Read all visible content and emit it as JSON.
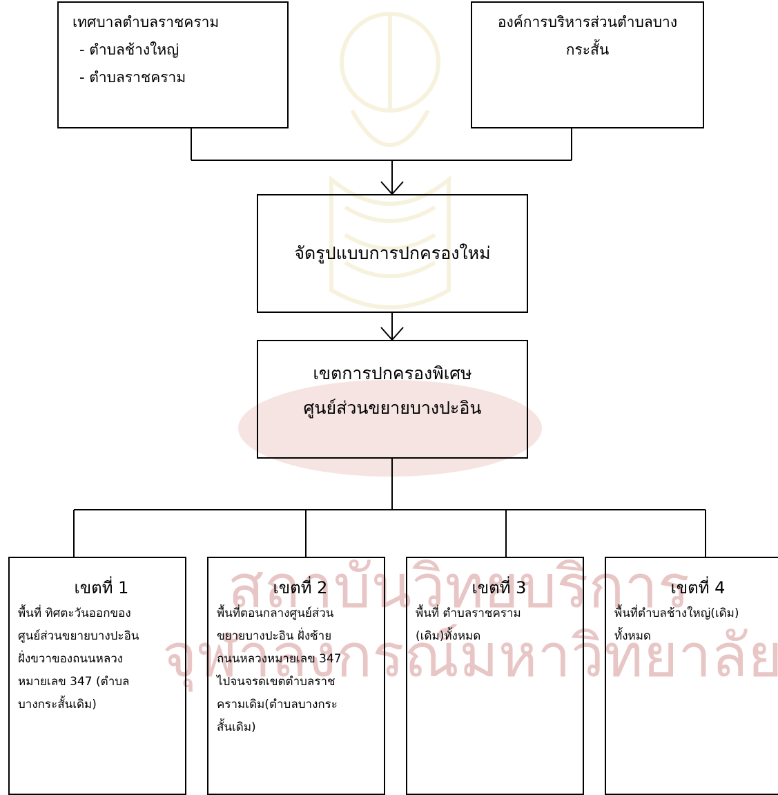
{
  "top_left": {
    "title": "เทศบาลตำบลราชคราม",
    "items": [
      "- ตำบลช้างใหญ่",
      "- ตำบลราชคราม"
    ]
  },
  "top_right": {
    "line1": "องค์การบริหารส่วนตำบลบาง",
    "line2": "กระสั้น"
  },
  "merge": {
    "label": "จัดรูปแบบการปกครองใหม่"
  },
  "center": {
    "line1": "เขตการปกครองพิเศษ",
    "line2": "ศูนย์ส่วนขยายบางปะอิน"
  },
  "zones": [
    {
      "title": "เขตที่ 1",
      "desc": "พื้นที่ ทิศตะวันออกของ\nศูนย์ส่วนขยายบางปะอิน\nฝั่งขวาของถนนหลวง\nหมายเลข 347 (ตำบล\nบางกระสั้นเดิม)"
    },
    {
      "title": "เขตที่ 2",
      "desc": "พื้นที่ตอนกลางศูนย์ส่วน\nขยายบางปะอิน ฝั่งซ้าย\nถนนหลวงหมายเลข 347\nไปจนจรดเขตตำบลราช\nครามเดิม(ตำบลบางกระ\nสั้นเดิม)"
    },
    {
      "title": "เขตที่ 3",
      "desc": "พื้นที่ ตำบลราชคราม\n(เดิม)ทั้งหมด"
    },
    {
      "title": "เขตที่ 4",
      "desc": "พื้นที่ตำบลช้างใหญ่(เดิม)\nทั้งหมด"
    }
  ],
  "watermark": {
    "line1": "สถาบันวิทยบริการ",
    "line2": "จุฬาลงกรณ์มหาวิทยาลัย",
    "color": "#e8c6c6"
  }
}
